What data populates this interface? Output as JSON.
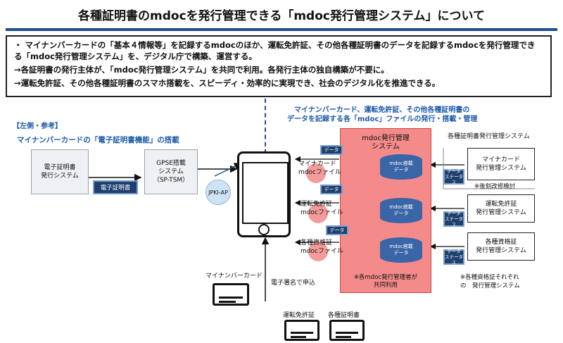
{
  "header": {
    "title": "各種証明書のmdocを発行管理できる「mdoc発行管理システム」について"
  },
  "summary": [
    "・ マイナンバーカードの「基本４情報等」を記録するmdocのほか、運転免許証、その他各種証明書のデータを記録するmdocを発行管理でき",
    "る「mdoc発行管理システム」を、デジタル庁で構築、運営する。",
    "→各証明書の発行主体が、「mdoc発行管理システム」を共同で利用。各発行主体の独自構築が不要に。",
    "→運転免許証、その他各種証明書のスマホ搭載を、スピーディ・効率的に実現でき、社会のデジタル化を推進できる。"
  ],
  "left": {
    "tag": "【左側・参考】",
    "heading": "マイナンバーカードの「電子証明書機能」の搭載",
    "issuer_line1": "電子証明書",
    "issuer_line2": "発行システム",
    "cert_label": "電子証明書",
    "gpse_line1": "GPSE搭載",
    "gpse_line2": "システム",
    "gpse_line3": "（SP-TSM）",
    "jpki": "JPKI-AP",
    "mynumber_card": "マイナンバーカード"
  },
  "right": {
    "heading_line1": "マイナンバーカード、運転免許証、その他各種証明書の",
    "heading_line2": "データを記録する各「mdoc」ファイルの発行・搭載・管理",
    "system_title_line1": "mdoc発行管理",
    "system_title_line2": "システム",
    "db_label_line1": "mdoc搭載",
    "db_label_line2": "データ",
    "data_label": "データ",
    "mdoc_files": [
      {
        "line1": "マイナカード",
        "line2": "mdocファイル"
      },
      {
        "line1": "運転免許証",
        "line2": "mdocファイル"
      },
      {
        "line1": "各種資格証",
        "line2": "mdocファイル"
      }
    ],
    "system_note_line1": "※各mdoc発行管理者が",
    "system_note_line2": "共同利用",
    "issuers_title": "各種証明書発行管理システム",
    "status_line1": "データ",
    "status_line2": "ステータス",
    "issuers": [
      {
        "line1": "マイナカード",
        "line2": "発行管理システム"
      },
      {
        "line1": "運転免許証",
        "line2": "発行管理システム"
      },
      {
        "line1": "各種資格証",
        "line2": "発行管理システム"
      }
    ],
    "note_posthoc": "※後刻改修検討",
    "note_each_line1": "※各種資格証それぞれ",
    "note_each_line2": "の　発行管理システム",
    "apply_label": "電子署名で申込",
    "license_card": "運転免許証",
    "cert_card": "各種証明書"
  }
}
